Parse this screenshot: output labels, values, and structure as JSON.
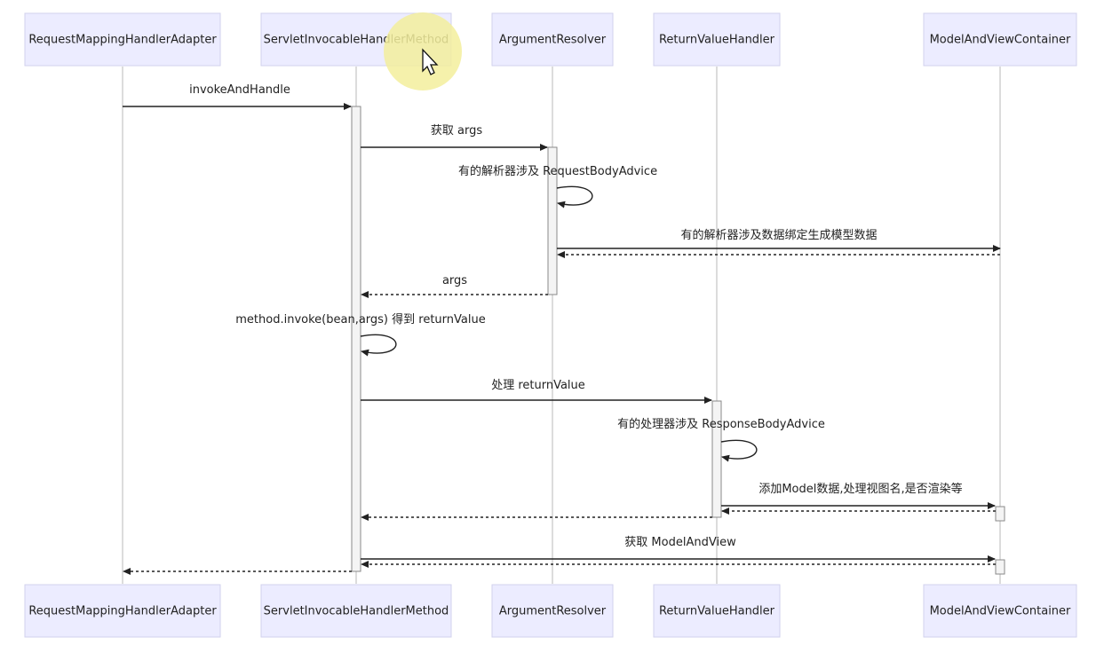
{
  "actors": [
    {
      "id": "adapter",
      "label": "RequestMappingHandlerAdapter"
    },
    {
      "id": "method",
      "label": "ServletInvocableHandlerMethod"
    },
    {
      "id": "resolver",
      "label": "ArgumentResolver"
    },
    {
      "id": "handler",
      "label": "ReturnValueHandler"
    },
    {
      "id": "container",
      "label": "ModelAndViewContainer"
    }
  ],
  "messages": [
    {
      "label": "invokeAndHandle"
    },
    {
      "label": "获取 args"
    },
    {
      "label": "有的解析器涉及 RequestBodyAdvice"
    },
    {
      "label": "有的解析器涉及数据绑定生成模型数据"
    },
    {
      "label": ""
    },
    {
      "label": "args"
    },
    {
      "label": "method.invoke(bean,args) 得到 returnValue"
    },
    {
      "label": "处理 returnValue"
    },
    {
      "label": "有的处理器涉及 ResponseBodyAdvice"
    },
    {
      "label": "添加Model数据,处理视图名,是否渲染等"
    },
    {
      "label": ""
    },
    {
      "label": ""
    },
    {
      "label": "获取 ModelAndView"
    },
    {
      "label": ""
    },
    {
      "label": ""
    }
  ],
  "colors": {
    "actor_fill": "#ececff",
    "actor_border": "#d2d2ec",
    "line": "#222222",
    "lifeline": "#b8b8b8",
    "activation": "#f4f4f4",
    "cursor_highlight": "#f3ee9c"
  },
  "cursor": {
    "icon": "mouse-pointer-icon"
  }
}
